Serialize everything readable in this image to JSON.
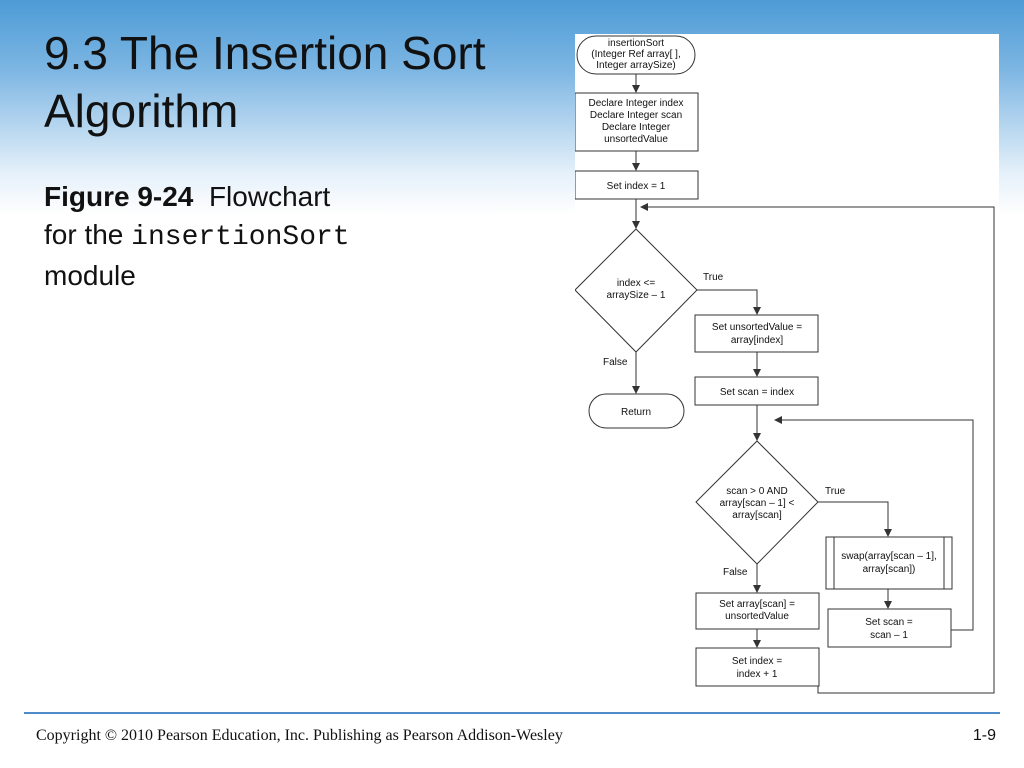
{
  "slide": {
    "title_line1": "9.3  The Insertion Sort",
    "title_line2": "Algorithm",
    "caption_fig": "Figure 9-24",
    "caption_text1": "Flowchart",
    "caption_text2": "for the",
    "caption_code": "insertionSort",
    "caption_text3": "module",
    "footer": "Copyright © 2010 Pearson Education, Inc. Publishing as Pearson Addison-Wesley",
    "page_number": "1-9"
  },
  "flowchart": {
    "start": [
      "insertionSort",
      "(Integer Ref array[ ],",
      "Integer arraySize)"
    ],
    "declare": [
      "Declare Integer index",
      "Declare Integer scan",
      "Declare Integer",
      "unsortedValue"
    ],
    "set_index": "Set index = 1",
    "outer_condition": [
      "index <=",
      "arraySize – 1"
    ],
    "outer_true": "True",
    "outer_false": "False",
    "set_unsorted": [
      "Set unsortedValue =",
      "array[index]"
    ],
    "set_scan": "Set scan = index",
    "return": "Return",
    "inner_condition": [
      "scan > 0 AND",
      "array[scan – 1] <",
      "array[scan]"
    ],
    "inner_true": "True",
    "inner_false": "False",
    "swap": [
      "swap(array[scan – 1],",
      "array[scan])"
    ],
    "decrement_scan": [
      "Set scan =",
      "scan – 1"
    ],
    "assign_array": [
      "Set array[scan] =",
      "unsortedValue"
    ],
    "increment_index": [
      "Set index =",
      "index + 1"
    ]
  }
}
